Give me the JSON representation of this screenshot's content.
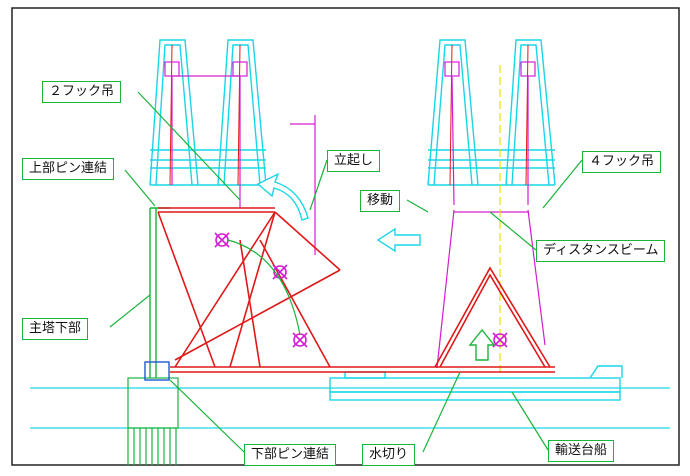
{
  "labels": {
    "two_hook": "２フック吊",
    "four_hook": "４フック吊",
    "upper_pin": "上部ピン連結",
    "raise": "立起し",
    "move": "移動",
    "distance_beam": "ディスタンスビーム",
    "main_tower_lower": "主塔下部",
    "lower_pin": "下部ピン連結",
    "cutwater": "水切り",
    "transport_barge": "輸送台船"
  },
  "colors": {
    "cyan": "#19d6e6",
    "red": "#e01818",
    "magenta": "#d21ed2",
    "green": "#19b43c",
    "dashed": "#e8e400"
  }
}
